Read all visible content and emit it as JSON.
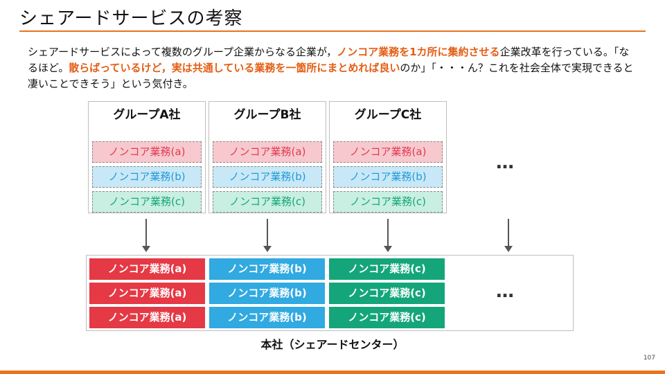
{
  "title": "シェアードサービスの考察",
  "description": {
    "p1": "シェアードサービスによって複数のグループ企業からなる企業が，",
    "h1": "ノンコア業務を1カ所に集約させる",
    "p2": "企業改革を行っている。「なるほど。",
    "h2": "散らばっているけど，実は共通している業務を一箇所にまとめれば良い",
    "p3": "のか」「・・・ん？これを社会全体で実現できると凄いことできそう」という気付き。"
  },
  "groups": [
    {
      "name": "グループA社",
      "items": [
        "ノンコア業務(a)",
        "ノンコア業務(b)",
        "ノンコア業務(c)"
      ]
    },
    {
      "name": "グループB社",
      "items": [
        "ノンコア業務(a)",
        "ノンコア業務(b)",
        "ノンコア業務(c)"
      ]
    },
    {
      "name": "グループC社",
      "items": [
        "ノンコア業務(a)",
        "ノンコア業務(b)",
        "ノンコア業務(c)"
      ]
    }
  ],
  "ellipsis": "…",
  "center": {
    "columns": [
      [
        "ノンコア業務(a)",
        "ノンコア業務(a)",
        "ノンコア業務(a)"
      ],
      [
        "ノンコア業務(b)",
        "ノンコア業務(b)",
        "ノンコア業務(b)"
      ],
      [
        "ノンコア業務(c)",
        "ノンコア業務(c)",
        "ノンコア業務(c)"
      ]
    ],
    "label": "本社（シェアードセンター）"
  },
  "page_number": "107",
  "colors": {
    "accent": "#e8731f",
    "highlight": "#e35d14",
    "a_solid": "#e53945",
    "b_solid": "#31a9e1",
    "c_solid": "#14a67a"
  }
}
